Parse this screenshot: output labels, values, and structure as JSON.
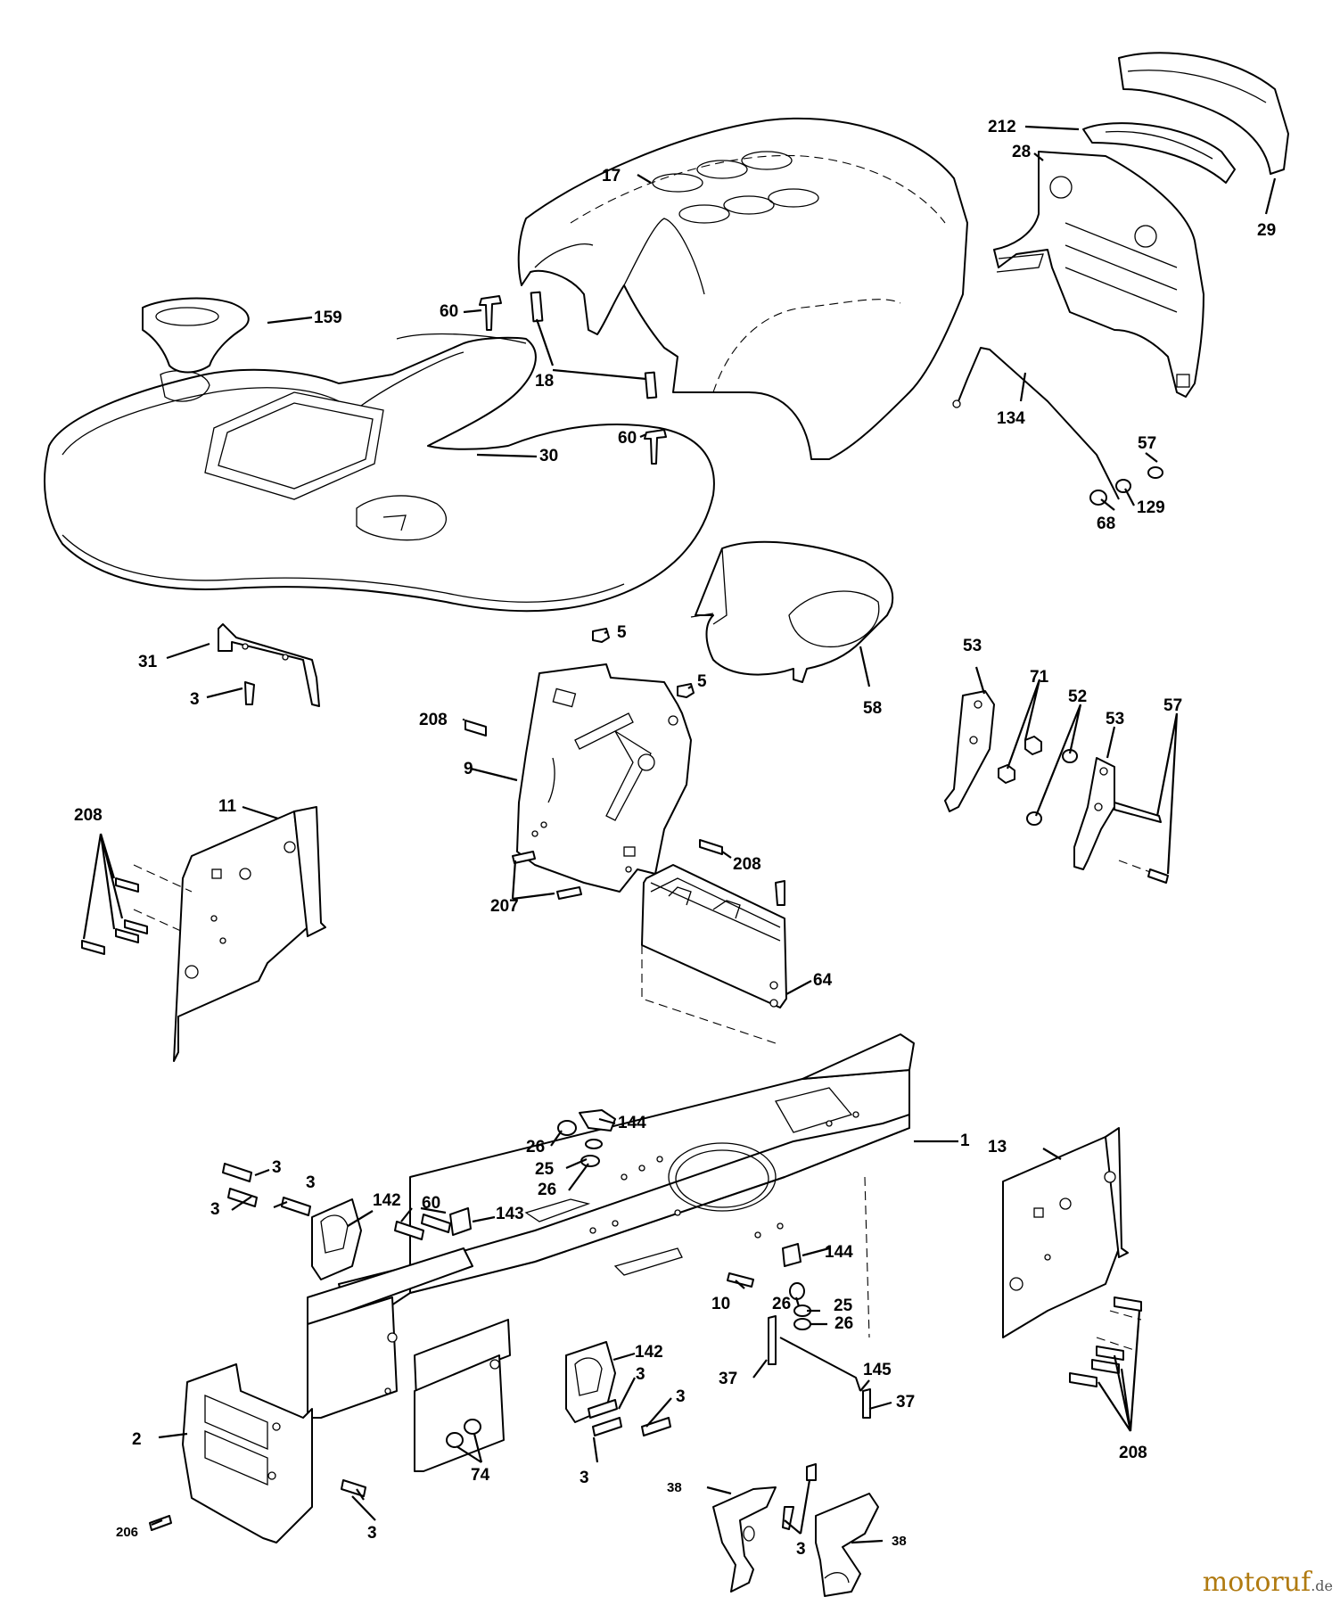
{
  "labels": [
    {
      "id": "l212",
      "text": "212"
    },
    {
      "id": "l28",
      "text": "28"
    },
    {
      "id": "l17",
      "text": "17"
    },
    {
      "id": "l29",
      "text": "29"
    },
    {
      "id": "l159",
      "text": "159"
    },
    {
      "id": "l60a",
      "text": "60"
    },
    {
      "id": "l18",
      "text": "18"
    },
    {
      "id": "l60b",
      "text": "60"
    },
    {
      "id": "l30",
      "text": "30"
    },
    {
      "id": "l134",
      "text": "134"
    },
    {
      "id": "l57a",
      "text": "57"
    },
    {
      "id": "l129",
      "text": "129"
    },
    {
      "id": "l68",
      "text": "68"
    },
    {
      "id": "l5a",
      "text": "5"
    },
    {
      "id": "l5b",
      "text": "5"
    },
    {
      "id": "l58",
      "text": "58"
    },
    {
      "id": "l53a",
      "text": "53"
    },
    {
      "id": "l71",
      "text": "71"
    },
    {
      "id": "l52",
      "text": "52"
    },
    {
      "id": "l53b",
      "text": "53"
    },
    {
      "id": "l57b",
      "text": "57"
    },
    {
      "id": "l31",
      "text": "31"
    },
    {
      "id": "l3a",
      "text": "3"
    },
    {
      "id": "l208a",
      "text": "208"
    },
    {
      "id": "l9",
      "text": "9"
    },
    {
      "id": "l11",
      "text": "11"
    },
    {
      "id": "l208b",
      "text": "208"
    },
    {
      "id": "l208c",
      "text": "208"
    },
    {
      "id": "l207",
      "text": "207"
    },
    {
      "id": "l64",
      "text": "64"
    },
    {
      "id": "l144a",
      "text": "144"
    },
    {
      "id": "l1",
      "text": "1"
    },
    {
      "id": "l26a",
      "text": "26"
    },
    {
      "id": "l13",
      "text": "13"
    },
    {
      "id": "l25a",
      "text": "25"
    },
    {
      "id": "l26b",
      "text": "26"
    },
    {
      "id": "l3b",
      "text": "3"
    },
    {
      "id": "l3c",
      "text": "3"
    },
    {
      "id": "l60c",
      "text": "60"
    },
    {
      "id": "l3d",
      "text": "3"
    },
    {
      "id": "l142a",
      "text": "142"
    },
    {
      "id": "l143",
      "text": "143"
    },
    {
      "id": "l144b",
      "text": "144"
    },
    {
      "id": "l10",
      "text": "10"
    },
    {
      "id": "l26c",
      "text": "26"
    },
    {
      "id": "l25b",
      "text": "25"
    },
    {
      "id": "l26d",
      "text": "26"
    },
    {
      "id": "l142b",
      "text": "142"
    },
    {
      "id": "l3e",
      "text": "3"
    },
    {
      "id": "l145",
      "text": "145"
    },
    {
      "id": "l37a",
      "text": "37"
    },
    {
      "id": "l3f",
      "text": "3"
    },
    {
      "id": "l37b",
      "text": "37"
    },
    {
      "id": "l2",
      "text": "2"
    },
    {
      "id": "l3g",
      "text": "3"
    },
    {
      "id": "l74",
      "text": "74"
    },
    {
      "id": "l208d",
      "text": "208"
    },
    {
      "id": "l38a",
      "text": "38"
    },
    {
      "id": "l206",
      "text": "206"
    },
    {
      "id": "l3h",
      "text": "3"
    },
    {
      "id": "l3i",
      "text": "3"
    },
    {
      "id": "l38b",
      "text": "38"
    }
  ],
  "watermark": {
    "name": "motoruf",
    "suffix": ".de"
  }
}
